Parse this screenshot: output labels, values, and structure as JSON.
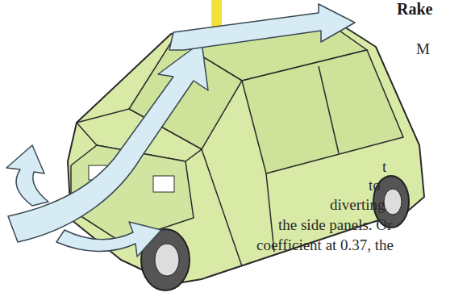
{
  "diagram": {
    "labels": [
      "Rake",
      "M",
      "t",
      "to",
      "diverting",
      "the side panels. Or",
      "coefficient at 0.37, the"
    ]
  }
}
